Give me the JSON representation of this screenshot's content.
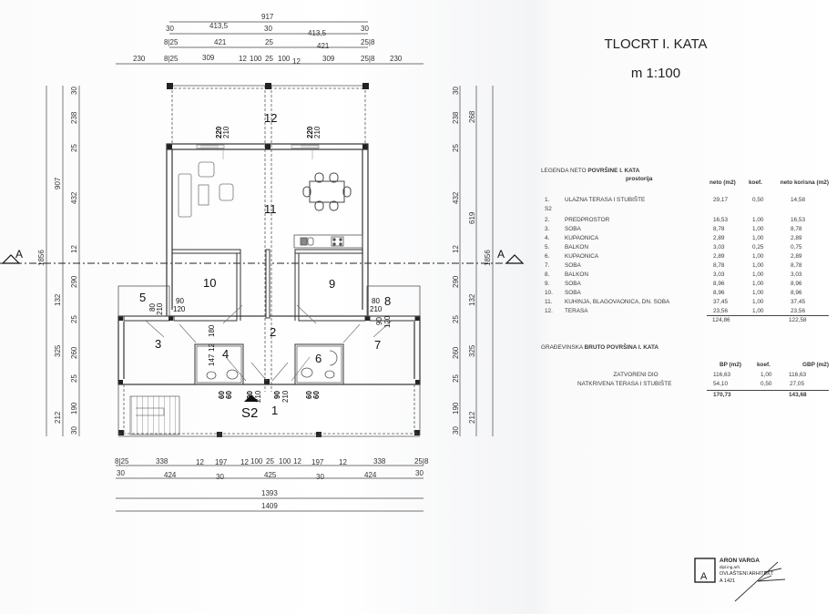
{
  "title": "TLOCRT I. KATA",
  "scale": "m 1:100",
  "section_marker": "A",
  "entrance_marker": "S2",
  "dimensions": {
    "top": {
      "row1": [
        "917"
      ],
      "row2": [
        "30",
        "413,5",
        "30",
        "413,5",
        "30"
      ],
      "row3": [
        "8|25",
        "421",
        "25",
        "421",
        "25|8"
      ],
      "row4": [
        "230",
        "8|25",
        "309",
        "12",
        "100",
        "25",
        "100",
        "12",
        "309",
        "25|8",
        "230"
      ]
    },
    "bottom": {
      "row1": [
        "8|25",
        "338",
        "12",
        "197",
        "12",
        "100",
        "25",
        "100",
        "12",
        "197",
        "12",
        "338",
        "25|8"
      ],
      "row2": [
        "30",
        "424",
        "30",
        "425",
        "30",
        "424",
        "30"
      ],
      "row3": [
        "1393"
      ],
      "row4": [
        "1409"
      ]
    },
    "left": {
      "outer": [
        "1856"
      ],
      "middle": [
        "907",
        "132",
        "325",
        "212"
      ],
      "inner": [
        "30",
        "238",
        "25",
        "432",
        "12",
        "290",
        "25",
        "260",
        "25",
        "190",
        "30"
      ]
    },
    "right": {
      "outer": [
        "1856"
      ],
      "middle": [
        "268",
        "619",
        "132",
        "325",
        "212"
      ],
      "inner": [
        "30",
        "238",
        "25",
        "432",
        "12",
        "290",
        "25",
        "260",
        "25",
        "190",
        "30"
      ]
    }
  },
  "plan": {
    "rooms": [
      "1",
      "2",
      "3",
      "4",
      "5",
      "6",
      "7",
      "8",
      "9",
      "10",
      "11",
      "12"
    ],
    "openings": {
      "terrace_door_left": [
        "220",
        "210"
      ],
      "terrace_door_right": [
        "220",
        "210"
      ],
      "balcony_left": [
        "80",
        "210",
        "90",
        "120"
      ],
      "balcony_right": [
        "80",
        "210",
        "90",
        "120"
      ],
      "bath_left_window": [
        "180",
        "147",
        "12"
      ],
      "bath_left_door": [
        "60",
        "60"
      ],
      "bath_right_door": [
        "60",
        "60"
      ],
      "entry_left": [
        "90",
        "210"
      ],
      "entry_right": [
        "90",
        "210"
      ]
    }
  },
  "net_area_table": {
    "heading_prefix": "LEGENDA NETO",
    "heading_bold": "POVRŠINE I. KATA",
    "columns": [
      "prostorija",
      "neto (m2)",
      "koef.",
      "neto korisna (m2)"
    ],
    "rows": [
      {
        "no": "1.",
        "name": "ULAZNA TERASA I STUBIŠTE",
        "neto": "29,17",
        "koef": "0,50",
        "korisna": "14,58"
      },
      {
        "no": "S2",
        "name": "",
        "neto": "",
        "koef": "",
        "korisna": ""
      },
      {
        "no": "2.",
        "name": "PREDPROSTOR",
        "neto": "16,53",
        "koef": "1,00",
        "korisna": "16,53"
      },
      {
        "no": "3.",
        "name": "SOBA",
        "neto": "8,78",
        "koef": "1,00",
        "korisna": "8,78"
      },
      {
        "no": "4.",
        "name": "KUPAONICA",
        "neto": "2,89",
        "koef": "1,00",
        "korisna": "2,89"
      },
      {
        "no": "5.",
        "name": "BALKON",
        "neto": "3,03",
        "koef": "0,25",
        "korisna": "0,75"
      },
      {
        "no": "6.",
        "name": "KUPAONICA",
        "neto": "2,89",
        "koef": "1,00",
        "korisna": "2,89"
      },
      {
        "no": "7.",
        "name": "SOBA",
        "neto": "8,78",
        "koef": "1,00",
        "korisna": "8,78"
      },
      {
        "no": "8.",
        "name": "BALKON",
        "neto": "3,03",
        "koef": "1,00",
        "korisna": "3,03"
      },
      {
        "no": "9.",
        "name": "SOBA",
        "neto": "8,96",
        "koef": "1,00",
        "korisna": "8,96"
      },
      {
        "no": "10.",
        "name": "SOBA",
        "neto": "8,96",
        "koef": "1,00",
        "korisna": "8,96"
      },
      {
        "no": "11.",
        "name": "KUHINJA, BLAGOVAONICA, DN. SOBA",
        "neto": "37,45",
        "koef": "1,00",
        "korisna": "37,45"
      },
      {
        "no": "12.",
        "name": "TERASA",
        "neto": "23,56",
        "koef": "1,00",
        "korisna": "23,56"
      }
    ],
    "total_neto": "124,86",
    "total_korisna": "122,58"
  },
  "gross_area_table": {
    "heading_prefix": "GRAĐEVINSKA",
    "heading_bold": "BRUTO POVRŠINA I. KATA",
    "columns": [
      "BP (m2)",
      "koef.",
      "GBP (m2)"
    ],
    "rows": [
      {
        "name": "ZATVORENI DIO",
        "bp": "116,63",
        "koef": "1,00",
        "gbp": "116,63"
      },
      {
        "name": "NATKRIVENA TERASA I STUBIŠTE",
        "bp": "54,10",
        "koef": "0,50",
        "gbp": "27,05"
      }
    ],
    "total_bp": "170,73",
    "total_gbp": "143,68"
  },
  "stamp": {
    "logo_letter": "A",
    "name": "ARON VARGA",
    "degree": "dipl.ing.arh.",
    "title": "OVLAŠTENI ARHITEKT",
    "number": "A 1421"
  }
}
